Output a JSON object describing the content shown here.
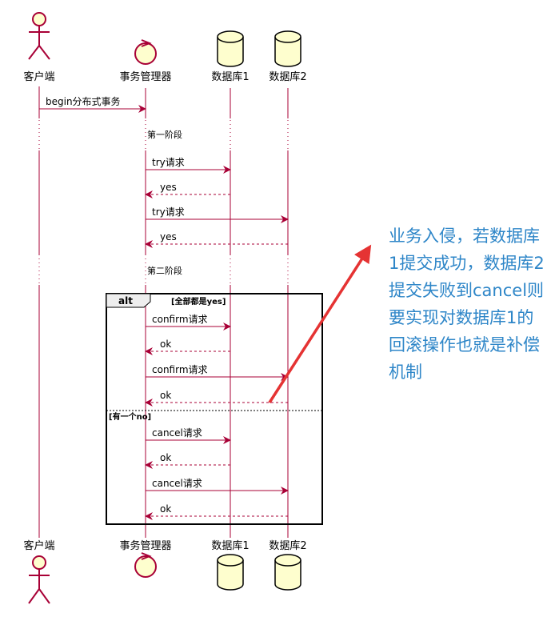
{
  "participants": [
    {
      "id": "client",
      "name": "客户端",
      "kind": "actor"
    },
    {
      "id": "tm",
      "name": "事务管理器",
      "kind": "control"
    },
    {
      "id": "db1",
      "name": "数据库1",
      "kind": "database"
    },
    {
      "id": "db2",
      "name": "数据库2",
      "kind": "database"
    }
  ],
  "messages": [
    {
      "from": "client",
      "to": "tm",
      "label": "begin分布式事务",
      "style": "solid"
    },
    {
      "from": "tm",
      "to": "db1",
      "label": "try请求",
      "style": "solid"
    },
    {
      "from": "db1",
      "to": "tm",
      "label": "yes",
      "style": "dashed"
    },
    {
      "from": "tm",
      "to": "db2",
      "label": "try请求",
      "style": "solid"
    },
    {
      "from": "db2",
      "to": "tm",
      "label": "yes",
      "style": "dashed"
    },
    {
      "from": "tm",
      "to": "db1",
      "label": "confirm请求",
      "style": "solid"
    },
    {
      "from": "db1",
      "to": "tm",
      "label": "ok",
      "style": "dashed"
    },
    {
      "from": "tm",
      "to": "db2",
      "label": "confirm请求",
      "style": "solid"
    },
    {
      "from": "db2",
      "to": "tm",
      "label": "ok",
      "style": "dashed"
    },
    {
      "from": "tm",
      "to": "db1",
      "label": "cancel请求",
      "style": "solid"
    },
    {
      "from": "db1",
      "to": "tm",
      "label": "ok",
      "style": "dashed"
    },
    {
      "from": "tm",
      "to": "db2",
      "label": "cancel请求",
      "style": "solid"
    },
    {
      "from": "db2",
      "to": "tm",
      "label": "ok",
      "style": "dashed"
    }
  ],
  "dividers": [
    "第一阶段",
    "第二阶段"
  ],
  "alt": {
    "title": "alt",
    "guard_main": "[全部都是yes]",
    "guard_else": "[有一个no]"
  },
  "annotation": "业务入侵，若数据库1提交成功，数据库2提交失败到cancel则要实现对数据库1的回滚操作也就是补偿机制",
  "colors": {
    "lifeline": "#a80036",
    "participant_fill": "#fefece",
    "annotation_text": "#2e86c8",
    "annotation_arrow": "#e53333"
  }
}
